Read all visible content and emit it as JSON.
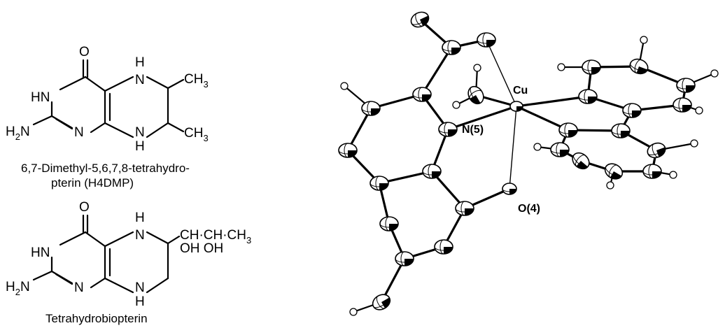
{
  "structure1": {
    "atoms": {
      "o": "O",
      "h_top": "H",
      "hn": "HN",
      "n_right": "N",
      "ch3_top": "CH",
      "ch3_top_sub": "3",
      "h2n": "H",
      "h2n_sub": "2",
      "h2n_n": "N",
      "n_bottom": "N",
      "n_bridge": "N",
      "h_bottom": "H",
      "ch3_bottom": "CH",
      "ch3_bottom_sub": "3"
    },
    "caption_line1": "6,7-Dimethyl-5,6,7,8-tetrahydro-",
    "caption_line2": "pterin (H4DMP)"
  },
  "structure2": {
    "atoms": {
      "o": "O",
      "h_top": "H",
      "hn": "HN",
      "n_right": "N",
      "side_chain": "CH·CH·CH",
      "side_chain_sub": "3",
      "side_oh": "OH OH",
      "h2n": "H",
      "h2n_sub": "2",
      "h2n_n": "N",
      "n_bottom": "N",
      "n_bridge": "N",
      "h_bottom": "H"
    },
    "caption": "Tetrahydrobiopterin"
  },
  "crystal": {
    "label_cu": "Cu",
    "label_n5": "N(5)",
    "label_o4": "O(4)"
  }
}
